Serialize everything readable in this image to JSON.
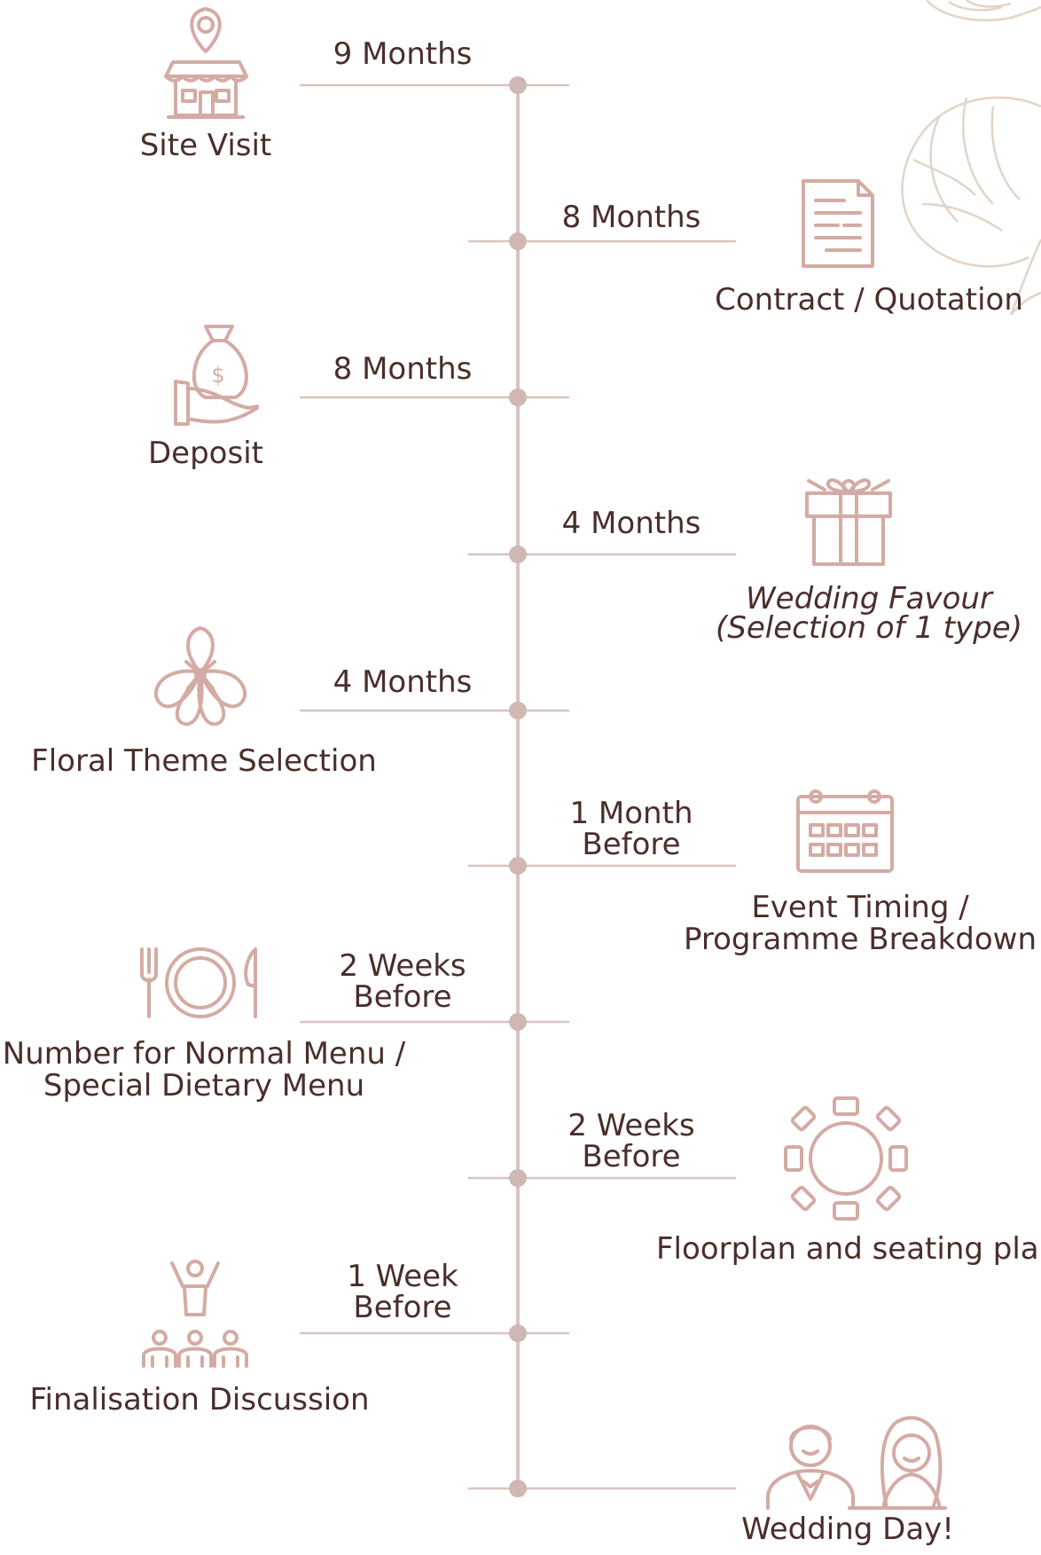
{
  "colors": {
    "line": "#d7c4c0",
    "node": "#cfb7b2",
    "icon": "#d4aba4",
    "text": "#4a2e2a",
    "floral": "#e3d4c8"
  },
  "milestones": [
    {
      "time": "9 Months",
      "label": "Site Visit",
      "icon": "shop-pin-icon"
    },
    {
      "time": "8 Months",
      "label": "Contract / Quotation",
      "icon": "document-icon"
    },
    {
      "time": "8 Months",
      "label": "Deposit",
      "icon": "money-bag-hand-icon"
    },
    {
      "time": "4 Months",
      "label": "Wedding Favour",
      "label_line2": "(Selection of 1 type)",
      "icon": "gift-box-icon"
    },
    {
      "time": "4 Months",
      "label": "Floral Theme Selection",
      "icon": "flower-icon"
    },
    {
      "time": "1 Month",
      "time_line2": "Before",
      "label": "Event Timing /",
      "label_line2": "Programme Breakdown",
      "icon": "calendar-icon"
    },
    {
      "time": "2 Weeks",
      "time_line2": "Before",
      "label": "Number for Normal Menu /",
      "label_line2": "Special Dietary Menu",
      "icon": "plate-cutlery-icon"
    },
    {
      "time": "2 Weeks",
      "time_line2": "Before",
      "label": "Floorplan and seating plan",
      "icon": "round-table-icon"
    },
    {
      "time": "1 Week",
      "time_line2": "Before",
      "label": "Finalisation Discussion",
      "icon": "presenter-audience-icon"
    },
    {
      "label": "Wedding Day!",
      "icon": "bride-groom-icon"
    }
  ]
}
